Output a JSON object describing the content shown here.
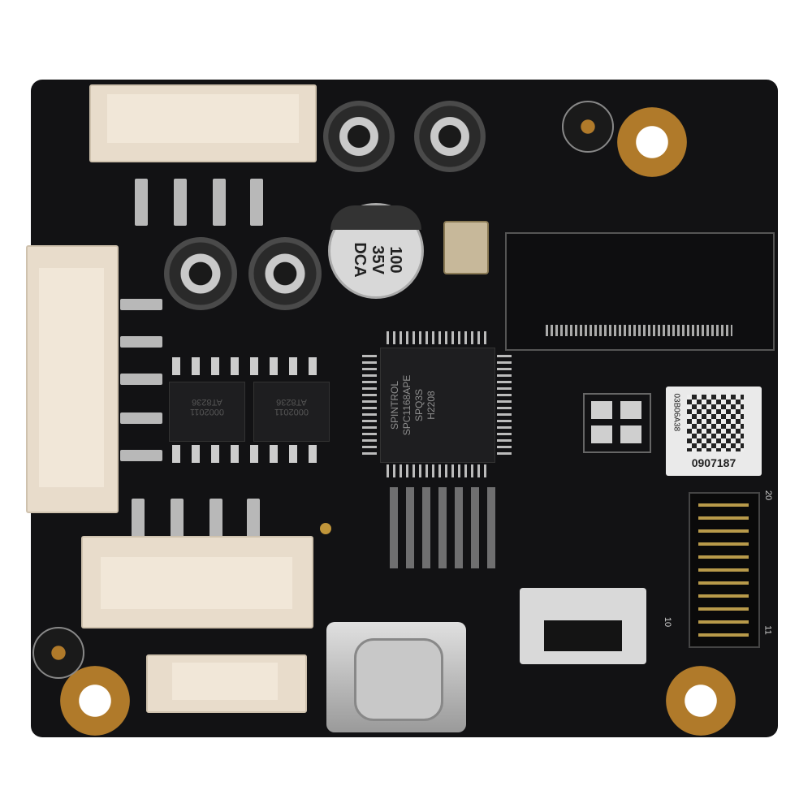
{
  "image": {
    "subject": "Black printed circuit board with white JST connectors, USB-C port and SMD components",
    "background_color": "#ffffff",
    "board_color": "#121214"
  },
  "markings": {
    "mcu_line1": "SPINTROL",
    "mcu_line2": "SPC1168APE",
    "mcu_line3": "SPQ3S",
    "mcu_line4": "H2208",
    "capacitor_line1": "100",
    "capacitor_line2": "35V",
    "capacitor_line3": "DCA",
    "driver_chip_text": "AT8236",
    "driver_chip_code": "0002011",
    "label_serial": "0907187",
    "label_code": "03B06A38",
    "connector_pin_top": "20",
    "connector_pin_bottom_right": "11",
    "connector_pin_bottom_left": "10"
  }
}
